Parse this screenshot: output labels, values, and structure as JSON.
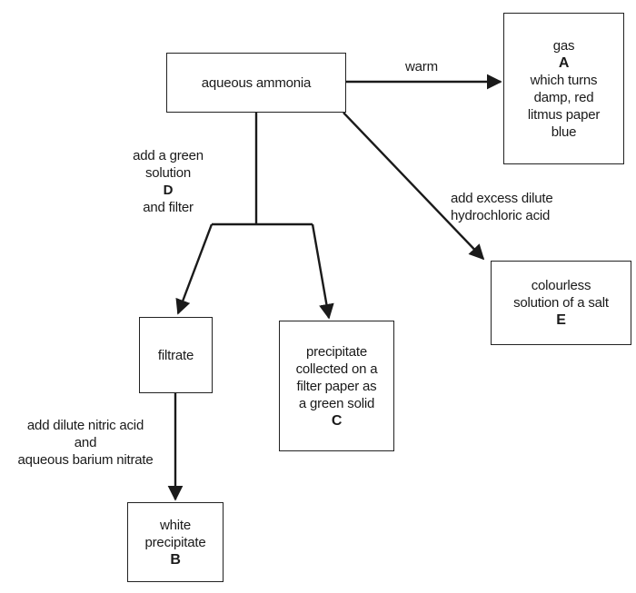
{
  "nodes": {
    "ammonia": {
      "text": "aqueous ammonia"
    },
    "gas": {
      "lines": [
        "gas",
        "A",
        "which turns",
        "damp, red",
        "litmus paper",
        "blue"
      ]
    },
    "salt": {
      "lines": [
        "colourless",
        "solution of a salt",
        "E"
      ]
    },
    "filtrate": {
      "text": "filtrate"
    },
    "precipitate_c": {
      "lines": [
        "precipitate",
        "collected on a",
        "filter paper as",
        "a green solid",
        "C"
      ]
    },
    "white_b": {
      "lines": [
        "white",
        "precipitate",
        "B"
      ]
    }
  },
  "labels": {
    "warm": "warm",
    "green_solution": [
      "add a green",
      "solution",
      "D",
      "and filter"
    ],
    "hcl": [
      "add excess dilute",
      "hydrochloric acid"
    ],
    "nitric": [
      "add dilute nitric acid",
      "and",
      "aqueous barium nitrate"
    ]
  }
}
